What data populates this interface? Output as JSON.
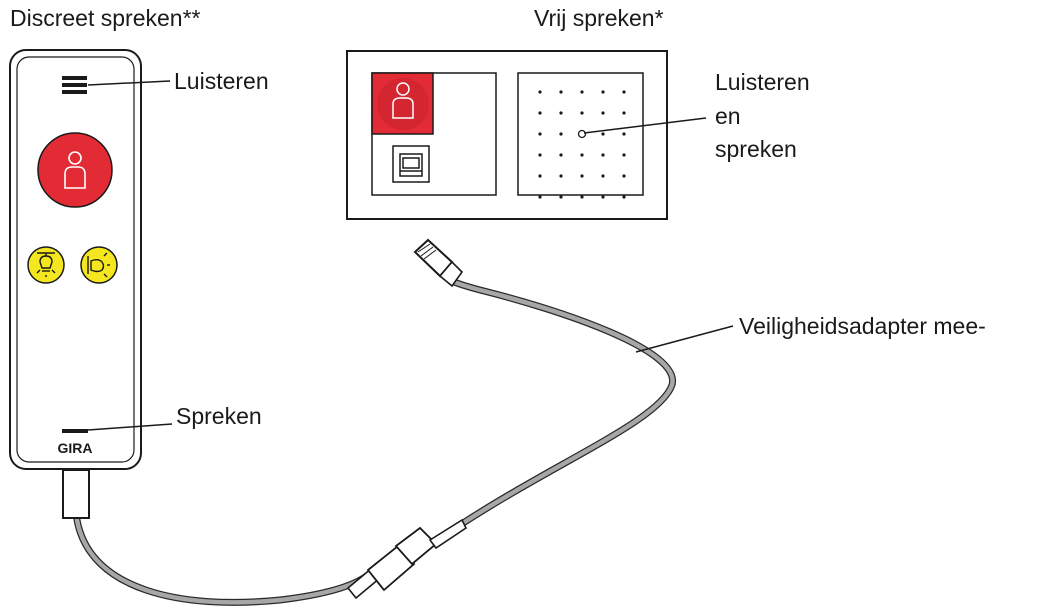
{
  "titles": {
    "handset": "Discreet spreken**",
    "panel": "Vrij spreken*"
  },
  "handset": {
    "listen_label": "Luisteren",
    "speak_label": "Spreken",
    "brand": "GIRA"
  },
  "panel": {
    "label_line1": "Luisteren",
    "label_line2": "en",
    "label_line3": "spreken"
  },
  "cable": {
    "label": "Veiligheidsadapter mee-"
  },
  "colors": {
    "call_button": "#e32b35",
    "light_button": "#f4e61f",
    "cable": "#a7a7a7",
    "outline": "#1a1a1a"
  },
  "icons": {
    "call": "person-icon",
    "light_1": "light-bulb-icon",
    "light_2": "light-bulb-side-icon",
    "network": "network-socket-icon"
  }
}
